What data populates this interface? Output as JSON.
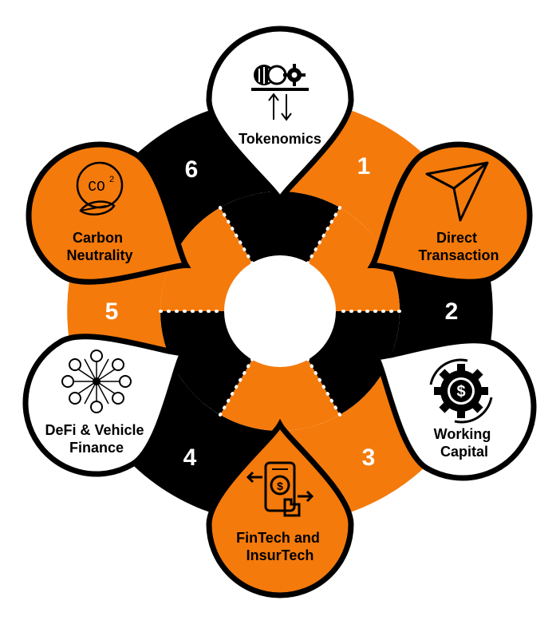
{
  "colors": {
    "orange": "#f47a0b",
    "black": "#000000",
    "white": "#ffffff"
  },
  "segments": [
    {
      "number": "1",
      "color": "orange"
    },
    {
      "number": "2",
      "color": "black"
    },
    {
      "number": "3",
      "color": "orange"
    },
    {
      "number": "4",
      "color": "black"
    },
    {
      "number": "5",
      "color": "orange"
    },
    {
      "number": "6",
      "color": "black"
    }
  ],
  "drops": [
    {
      "id": "tokenomics",
      "label_lines": [
        "Tokenomics"
      ],
      "icon": "tokenomics-icon",
      "fill": "white"
    },
    {
      "id": "direct-transaction",
      "label_lines": [
        "Direct",
        "Transaction"
      ],
      "icon": "paper-plane-icon",
      "fill": "orange"
    },
    {
      "id": "working-capital",
      "label_lines": [
        "Working",
        "Capital"
      ],
      "icon": "gear-dollar-icon",
      "fill": "white"
    },
    {
      "id": "fintech",
      "label_lines": [
        "FinTech and",
        "InsurTech"
      ],
      "icon": "mobile-payment-icon",
      "fill": "orange"
    },
    {
      "id": "defi",
      "label_lines": [
        "DeFi & Vehicle",
        "Finance"
      ],
      "icon": "network-people-icon",
      "fill": "white"
    },
    {
      "id": "carbon",
      "label_lines": [
        "Carbon",
        "Neutrality"
      ],
      "icon": "co2-leaf-icon",
      "fill": "orange"
    }
  ],
  "icon_text": {
    "co2": "CO",
    "co2_sup": "2",
    "dollar": "$"
  }
}
